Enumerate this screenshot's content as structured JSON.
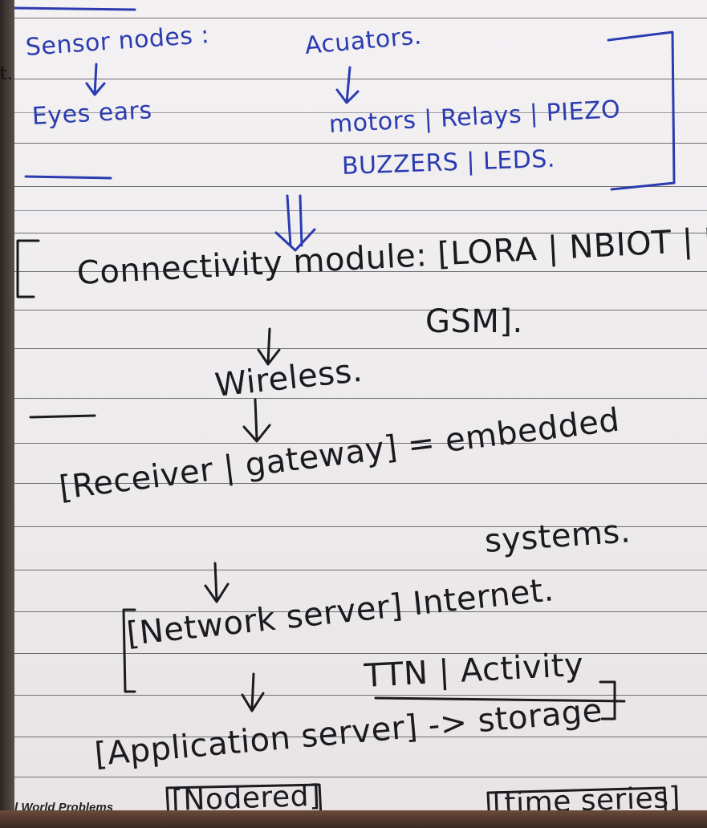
{
  "note_lines": {
    "sensor_nodes": "Sensor nodes :",
    "actuators": "Acuators.",
    "eyes_ears": "Eyes ears",
    "motors_relays_piezo": "motors | Relays | PIEZO",
    "buzzers_leds": "BUZZERS | LEDS.",
    "connectivity_module": "Connectivity module: [LORA | NBIOT | LoRaWAN",
    "gsm": "GSM].",
    "wireless": "Wireless.",
    "receiver_gateway": "[Receiver | gateway] = embedded",
    "systems": "systems.",
    "network_server": "[Network server] Internet.",
    "ttn_activity": "TTN | Activity",
    "application_server": "[Application server] -> storage",
    "nodered": "[Nodered]",
    "time_series": "[time series]"
  },
  "corner_mark": "t.",
  "caption": "l World Problems",
  "colors": {
    "ink_blue": "#2b3bb0",
    "ink_black": "#1a1a1f",
    "paper": "#f1eff0",
    "rule": "#6f6d75"
  }
}
